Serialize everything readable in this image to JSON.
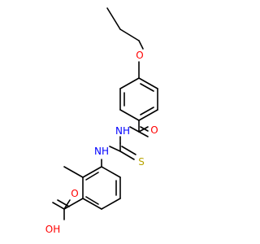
{
  "colors": {
    "oxygen": "#ff0000",
    "nitrogen": "#0000ff",
    "sulfur": "#b8a400",
    "bond": "#000000",
    "background": "#ffffff"
  },
  "molecule": {
    "atoms": {
      "o_ether": "O",
      "o_amide": "O",
      "nh_amide": "NH",
      "s_thio": "S",
      "nh_thio": "NH",
      "o_acid": "O",
      "oh_acid": "OH"
    }
  }
}
